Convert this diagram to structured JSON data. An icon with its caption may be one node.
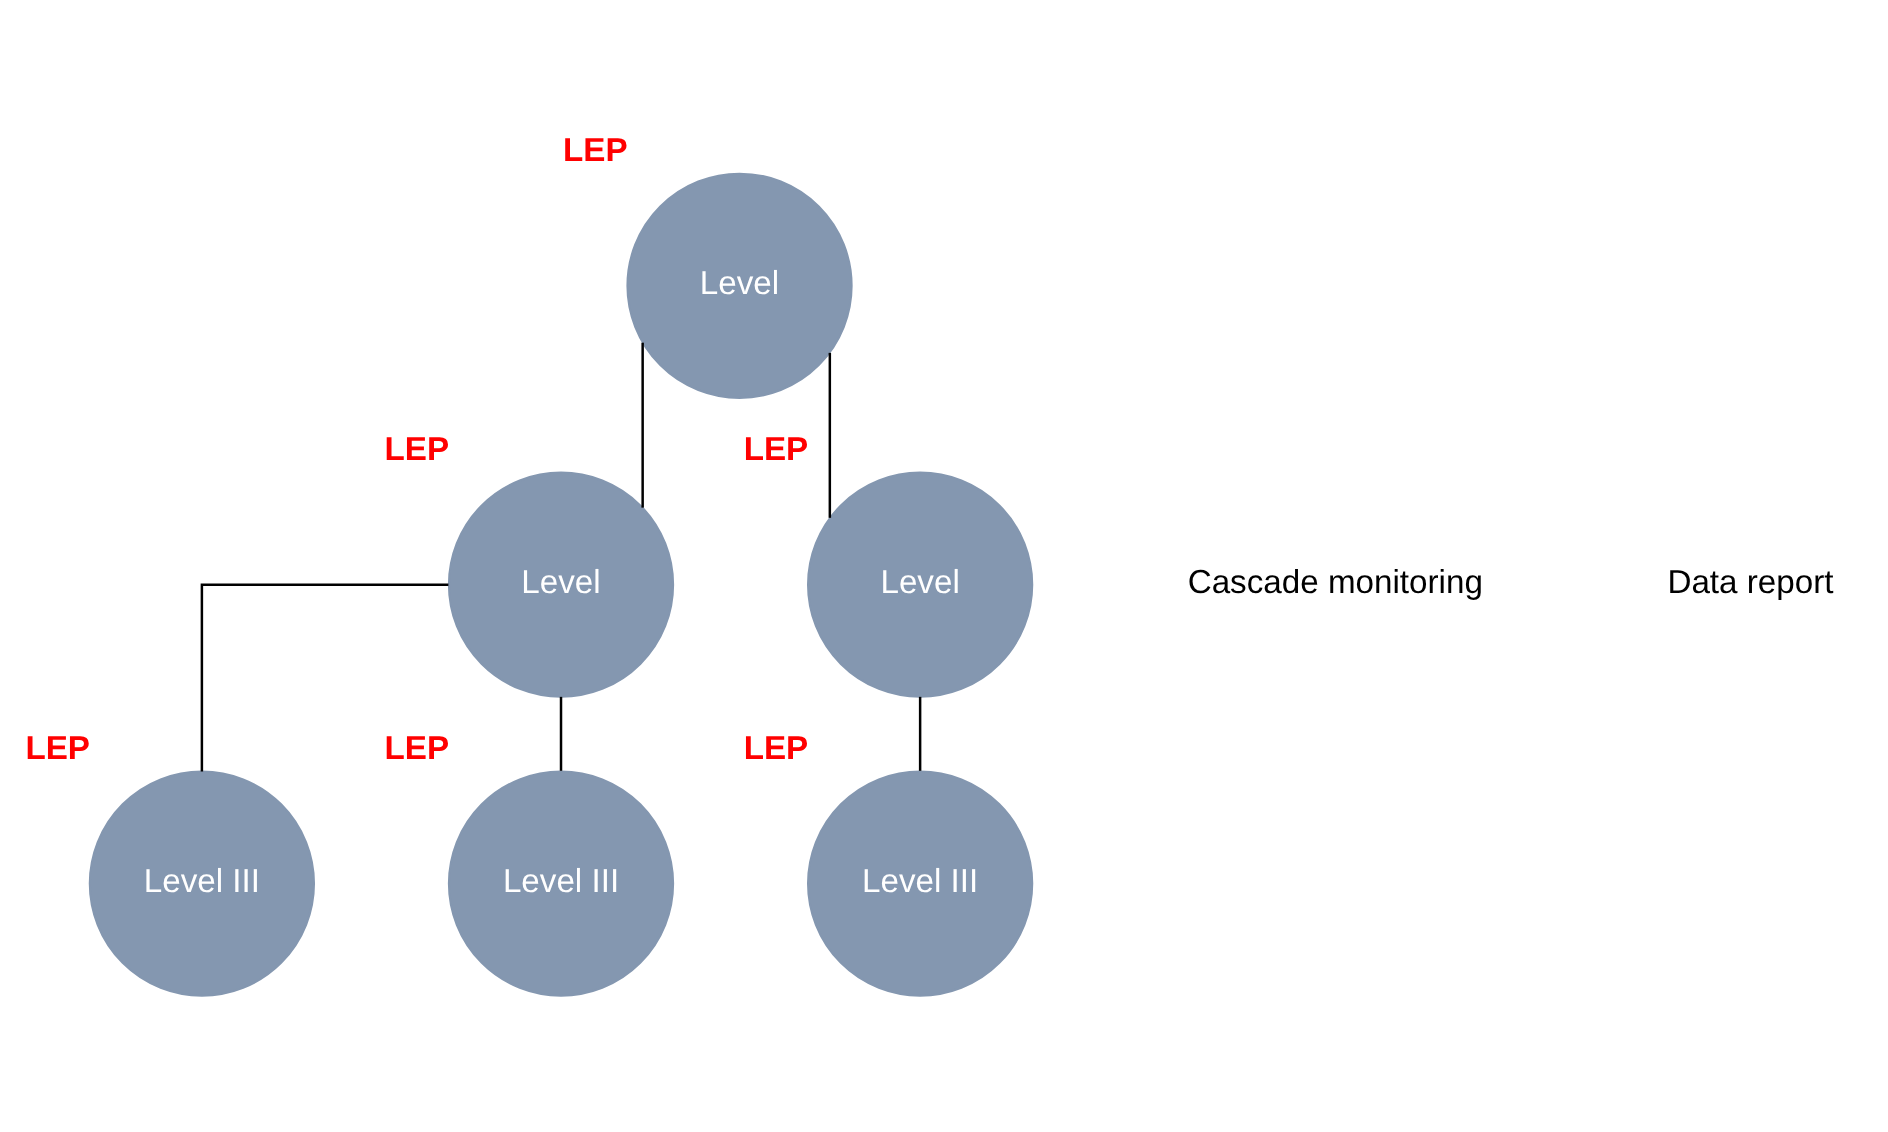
{
  "diagram": {
    "nodes": [
      {
        "text": [
          "Level"
        ],
        "beside": [
          "LEP"
        ]
      },
      {
        "text": [
          "Level"
        ],
        "beside": [
          "LEP"
        ]
      },
      {
        "text": [
          "Level"
        ],
        "beside": [
          "LEP"
        ]
      },
      {
        "text": [
          "Level III"
        ],
        "beside": [
          "LEP"
        ]
      },
      {
        "text": [
          "Level III"
        ],
        "beside": [
          "LEP"
        ]
      },
      {
        "text": [
          "Level III"
        ],
        "beside": [
          "LEP"
        ]
      }
    ],
    "edges": [
      {
        "from": 0,
        "to": 1,
        "arrow": "none"
      },
      {
        "from": 0,
        "to": 2,
        "arrow": "none"
      },
      {
        "from": 1,
        "to": 3,
        "arrow": "none"
      },
      {
        "from": 1,
        "to": 4,
        "arrow": "none"
      },
      {
        "from": 2,
        "to": 5,
        "arrow": "none"
      }
    ],
    "labels": [
      "Cascade monitoring",
      "Data report"
    ]
  }
}
